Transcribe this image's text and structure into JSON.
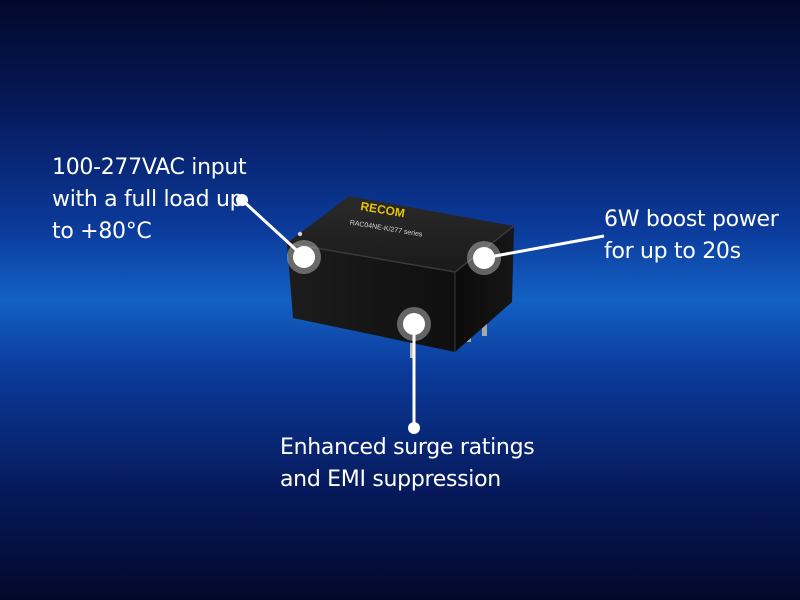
{
  "product": {
    "brand": "RECOM",
    "series_label": "RAC04NE-K/277 series"
  },
  "callouts": {
    "input": {
      "lines": [
        "100-277VAC input",
        "with a full load up",
        "to +80°C"
      ]
    },
    "boost": {
      "lines": [
        "6W boost power",
        "for up to 20s"
      ]
    },
    "surge": {
      "lines": [
        "Enhanced surge ratings",
        "and EMI suppression"
      ]
    }
  },
  "colors": {
    "background_center": "#1361c4",
    "background_edge": "#02082a",
    "module_body": "#151515",
    "brand_accent": "#e8c200",
    "text": "#ffffff"
  }
}
